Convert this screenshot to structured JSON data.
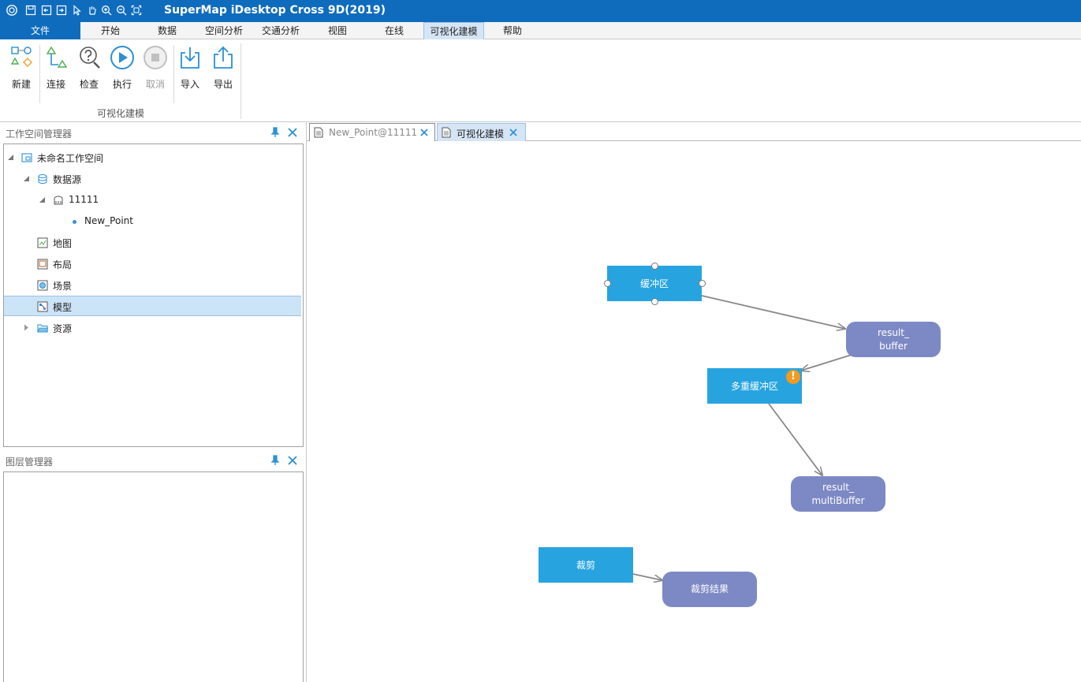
{
  "app": {
    "title": "SuperMap iDesktop Cross 9D(2019)"
  },
  "menu": {
    "file": "文件",
    "tabs": [
      "开始",
      "数据",
      "空间分析",
      "交通分析",
      "视图",
      "在线",
      "可视化建模",
      "帮助"
    ],
    "active_tab": "可视化建模"
  },
  "ribbon": {
    "buttons": {
      "new": "新建",
      "connect": "连接",
      "check": "检查",
      "run": "执行",
      "cancel": "取消",
      "import": "导入",
      "export": "导出"
    },
    "group_name": "可视化建模"
  },
  "workspace_panel": {
    "title": "工作空间管理器",
    "tree": {
      "workspace": "未命名工作空间",
      "datasources": "数据源",
      "datasource": "11111",
      "dataset": "New_Point",
      "maps": "地图",
      "layouts": "布局",
      "scenes": "场景",
      "models": "模型",
      "resources": "资源"
    },
    "selected": "模型"
  },
  "layer_panel": {
    "title": "图层管理器"
  },
  "doc_tabs": [
    {
      "label": "New_Point@11111",
      "active": false
    },
    {
      "label": "可视化建模",
      "active": true
    }
  ],
  "model": {
    "nodes": {
      "buffer": {
        "label": "缓冲区",
        "kind": "process"
      },
      "result_buffer": {
        "label": "result_\nbuffer",
        "kind": "data"
      },
      "multibuffer": {
        "label": "多重缓冲区",
        "kind": "process",
        "warning": "!"
      },
      "result_multibuffer": {
        "label": "result_\nmultiBuffer",
        "kind": "data"
      },
      "clip": {
        "label": "裁剪",
        "kind": "process"
      },
      "clip_result": {
        "label": "裁剪结果",
        "kind": "data"
      }
    }
  },
  "colors": {
    "titlebar": "#0f6cbd",
    "process_node": "#27a4df",
    "data_node": "#7d89c4",
    "warning": "#f29a1f",
    "accent_icon": "#2a8fd6"
  }
}
